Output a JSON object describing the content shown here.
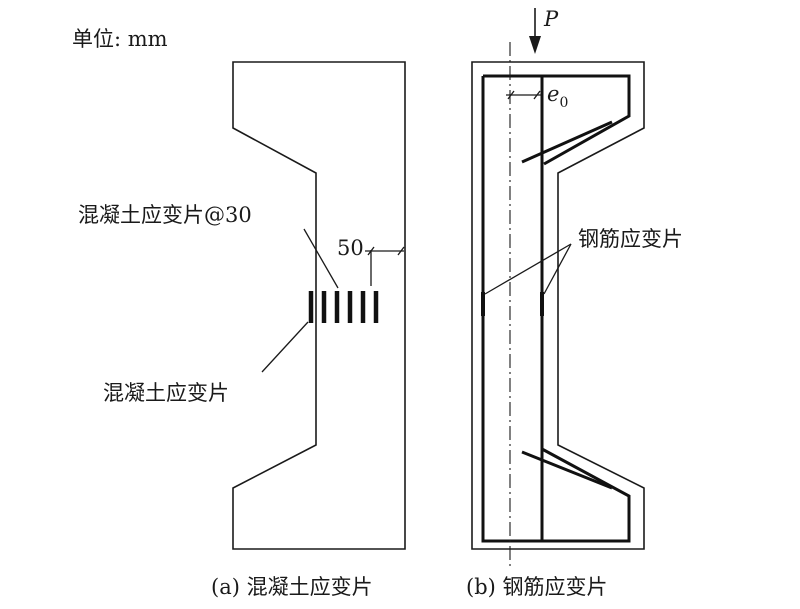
{
  "unit_label": "单位: mm",
  "panel_a": {
    "gauge_group_label": "混凝土应变片@30",
    "spacing_label": "50",
    "gauge_label": "混凝土应变片",
    "caption": "(a) 混凝土应变片"
  },
  "panel_b": {
    "load_symbol": "P",
    "eccentricity_symbol": "e",
    "eccentricity_subscript": "0",
    "rebar_gauge_label": "钢筋应变片",
    "caption": "(b) 钢筋应变片"
  }
}
